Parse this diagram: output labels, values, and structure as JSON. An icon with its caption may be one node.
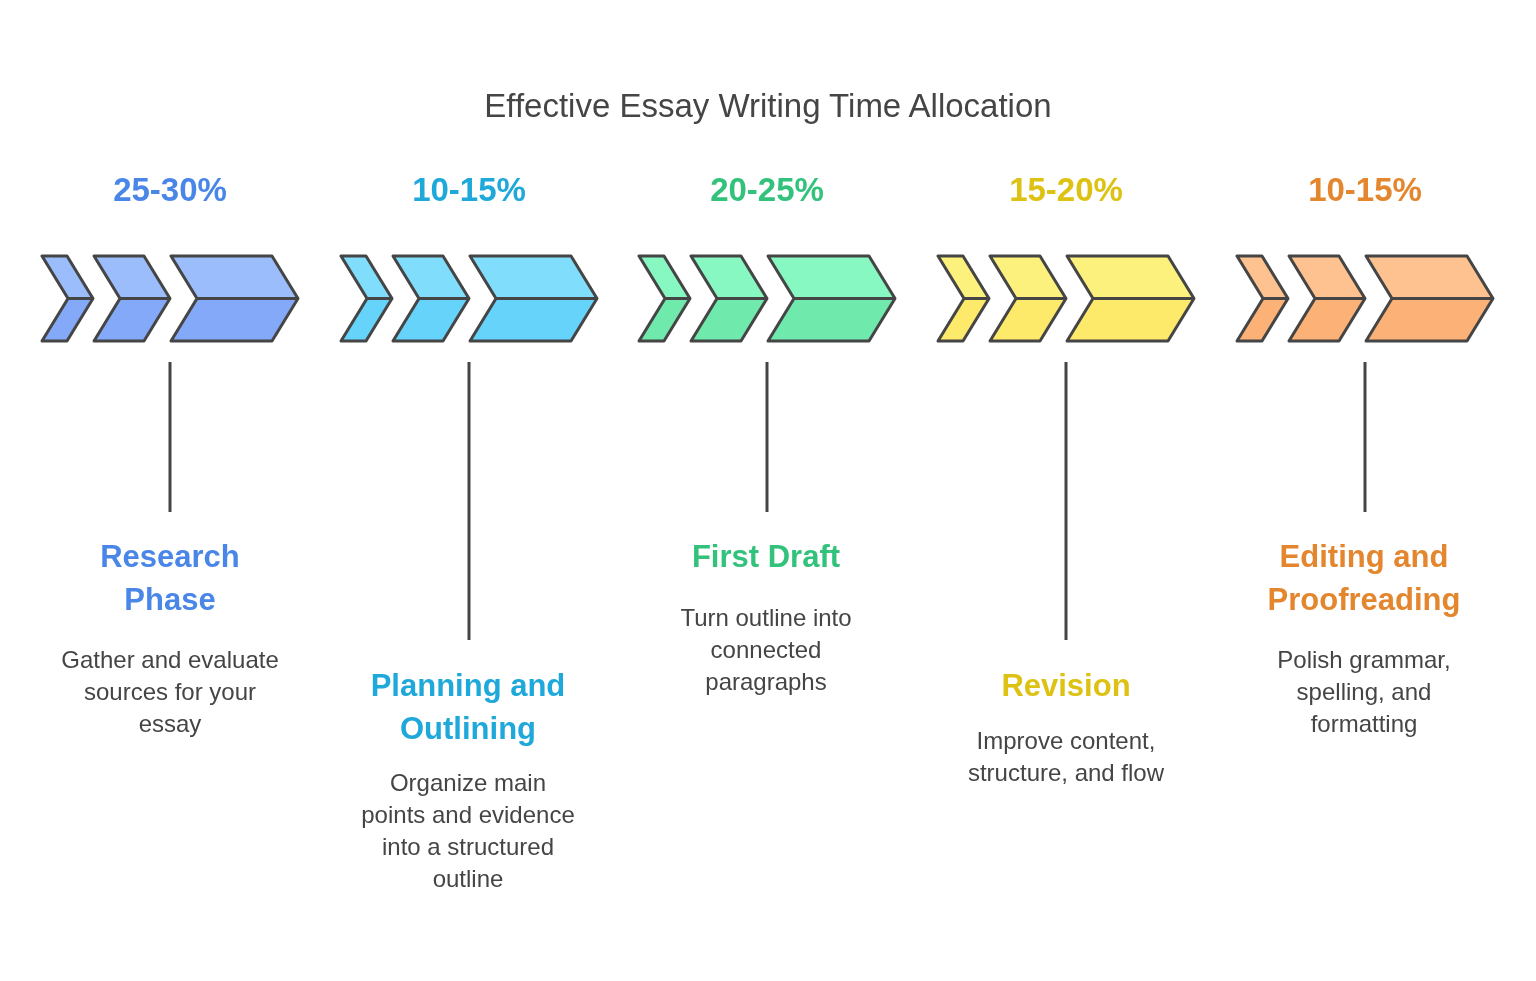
{
  "diagram": {
    "title": "Effective Essay Writing Time Allocation",
    "nodes": [
      {
        "text": [],
        "shape": "chevron",
        "beside": [
          "25-30%"
        ]
      },
      {
        "text": [
          "Research Phase",
          "Gather and evaluate sources for your essay"
        ]
      },
      {
        "text": [],
        "shape": "chevron",
        "beside": [
          "10-15%"
        ]
      },
      {
        "text": [
          "Planning and Outlining",
          "Organize main points and evidence into a structured outline"
        ]
      },
      {
        "text": [],
        "shape": "chevron",
        "beside": [
          "20-25%"
        ]
      },
      {
        "text": [
          "First Draft",
          "Turn outline into connected paragraphs"
        ]
      },
      {
        "text": [],
        "shape": "chevron",
        "beside": [
          "15-20%"
        ]
      },
      {
        "text": [
          "Revision",
          "Improve content, structure, and flow"
        ]
      },
      {
        "text": [],
        "shape": "chevron",
        "beside": [
          "10-15%"
        ]
      },
      {
        "text": [
          "Editing and Proofreading",
          "Polish grammar, spelling, and formatting"
        ]
      }
    ],
    "edges": [
      {
        "from": 0,
        "to": 1,
        "arrow": "none"
      },
      {
        "from": 2,
        "to": 3,
        "arrow": "none"
      },
      {
        "from": 4,
        "to": 5,
        "arrow": "none"
      },
      {
        "from": 6,
        "to": 7,
        "arrow": "none"
      },
      {
        "from": 8,
        "to": 9,
        "arrow": "none"
      }
    ]
  }
}
